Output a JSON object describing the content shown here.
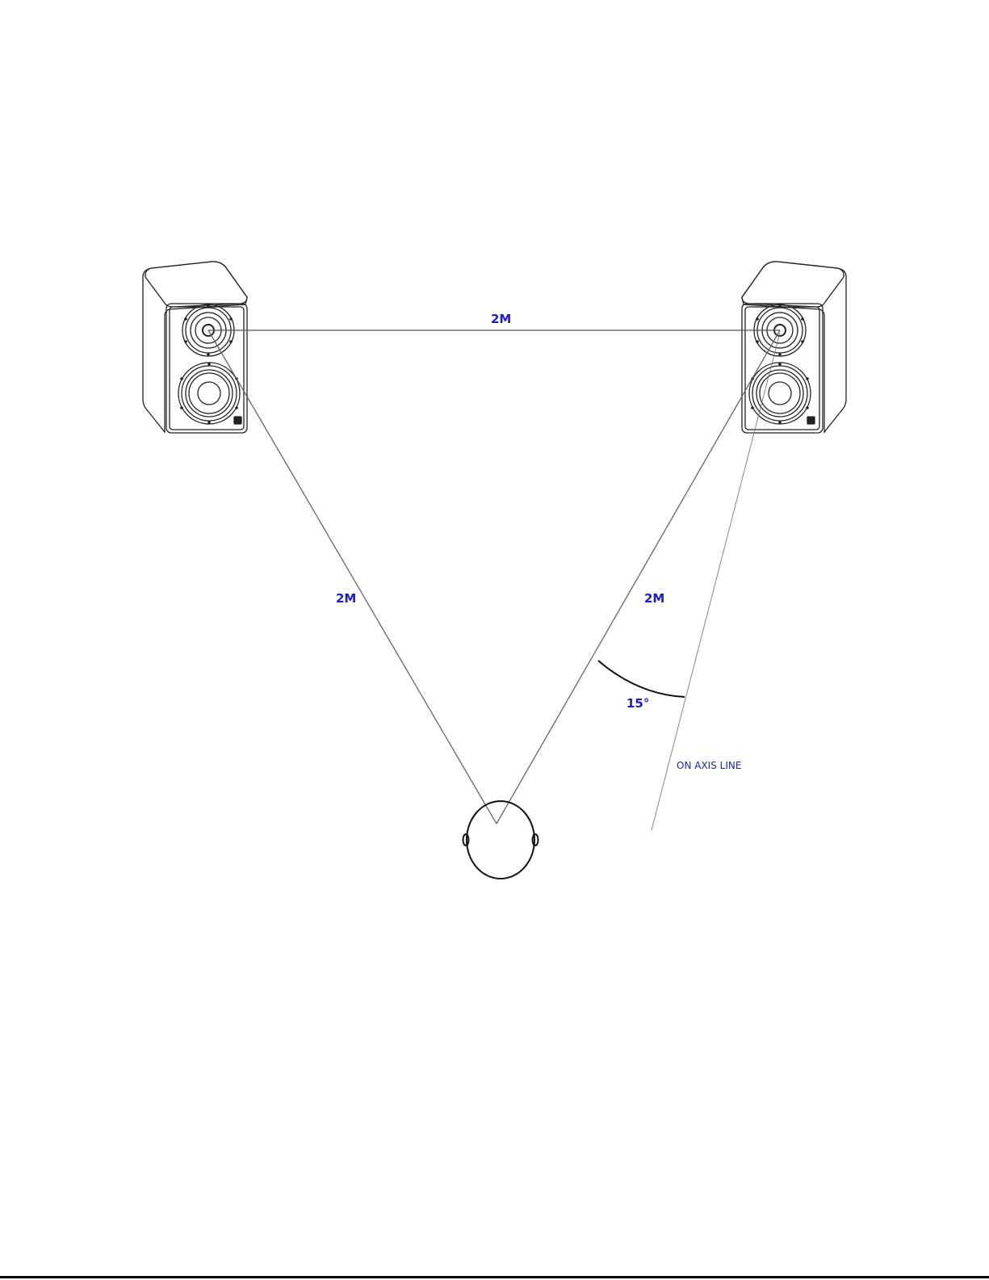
{
  "colors": {
    "label": "#1a1adb",
    "line": "#555555",
    "outline": "#222222",
    "head": "#111111"
  },
  "labels": {
    "top_distance": "2M",
    "left_distance": "2M",
    "right_distance": "2M",
    "angle": "15°",
    "on_axis": "ON AXIS LINE"
  },
  "icons": {
    "left_speaker": "studio-monitor-icon",
    "right_speaker": "studio-monitor-icon",
    "listener": "listener-head-icon"
  }
}
